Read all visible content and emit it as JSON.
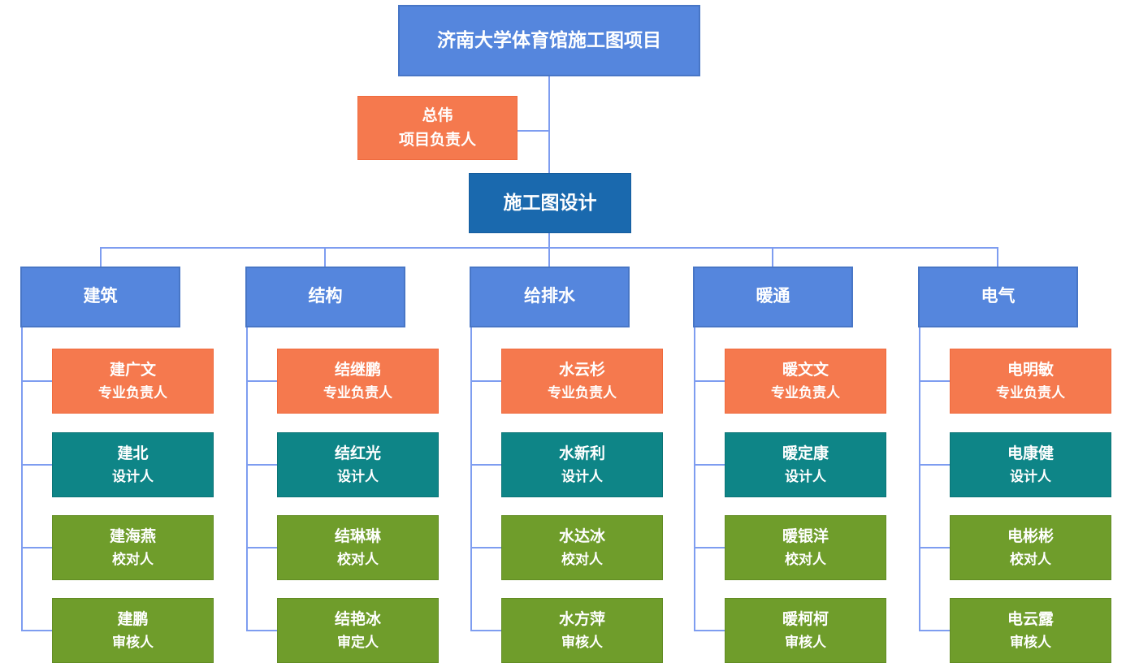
{
  "title": {
    "text": "济南大学体育馆施工图项目"
  },
  "assistant": {
    "name": "总伟",
    "role": "项目负责人"
  },
  "manager": {
    "text": "施工图设计"
  },
  "columns": [
    {
      "label": "建筑",
      "children": [
        {
          "name": "建广文",
          "role": "专业负责人"
        },
        {
          "name": "建北",
          "role": "设计人"
        },
        {
          "name": "建海燕",
          "role": "校对人"
        },
        {
          "name": "建鹏",
          "role": "审核人"
        }
      ]
    },
    {
      "label": "结构",
      "children": [
        {
          "name": "结继鹏",
          "role": "专业负责人"
        },
        {
          "name": "结红光",
          "role": "设计人"
        },
        {
          "name": "结琳琳",
          "role": "校对人"
        },
        {
          "name": "结艳冰",
          "role": "审定人"
        }
      ]
    },
    {
      "label": "给排水",
      "children": [
        {
          "name": "水云杉",
          "role": "专业负责人"
        },
        {
          "name": "水新利",
          "role": "设计人"
        },
        {
          "name": "水达冰",
          "role": "校对人"
        },
        {
          "name": "水方萍",
          "role": "审核人"
        }
      ]
    },
    {
      "label": "暖通",
      "children": [
        {
          "name": "暖文文",
          "role": "专业负责人"
        },
        {
          "name": "暖定康",
          "role": "设计人"
        },
        {
          "name": "暖银洋",
          "role": "校对人"
        },
        {
          "name": "暖柯柯",
          "role": "审核人"
        }
      ]
    },
    {
      "label": "电气",
      "children": [
        {
          "name": "电明敏",
          "role": "专业负责人"
        },
        {
          "name": "电康健",
          "role": "设计人"
        },
        {
          "name": "电彬彬",
          "role": "校对人"
        },
        {
          "name": "电云露",
          "role": "审核人"
        }
      ]
    }
  ],
  "colors": {
    "node-blue": "#5586dd",
    "node-blue-border": "#4876c6",
    "node-orange": "#f5794e",
    "node-orange-border": "#ef6a3d",
    "node-darkblue": "#1a69ae",
    "node-darkblue-border": "#155d9e",
    "node-teal": "#0e8587",
    "node-teal-border": "#0b7476",
    "node-green": "#6f9d2b",
    "node-green-border": "#628c24",
    "connector": "#7e9df0",
    "text": "#ffffff"
  }
}
